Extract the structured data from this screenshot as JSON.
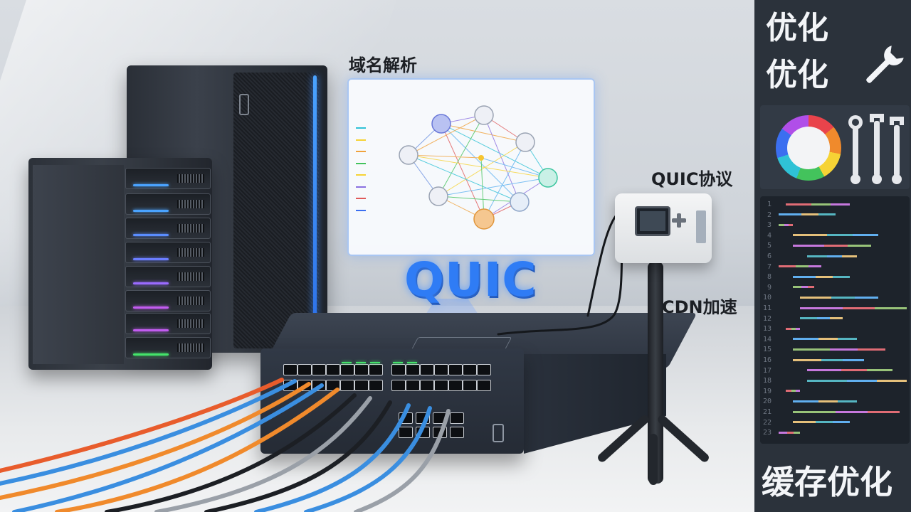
{
  "labels": {
    "dns": "域名解析",
    "quic_protocol": "QUIC协议",
    "cdn": "CDN加速",
    "quic_big": "QUIC"
  },
  "sidebar": {
    "title_line1": "优化",
    "title_line2": "优化",
    "bottom_title": "缓存优化",
    "icons": [
      "wrench-icon",
      "color-wheel-icon",
      "spanner-icon"
    ]
  },
  "colors": {
    "accent_blue": "#2f7cf5",
    "sidebar_bg": "#2b323b",
    "status_led_green": "#44e36a"
  }
}
